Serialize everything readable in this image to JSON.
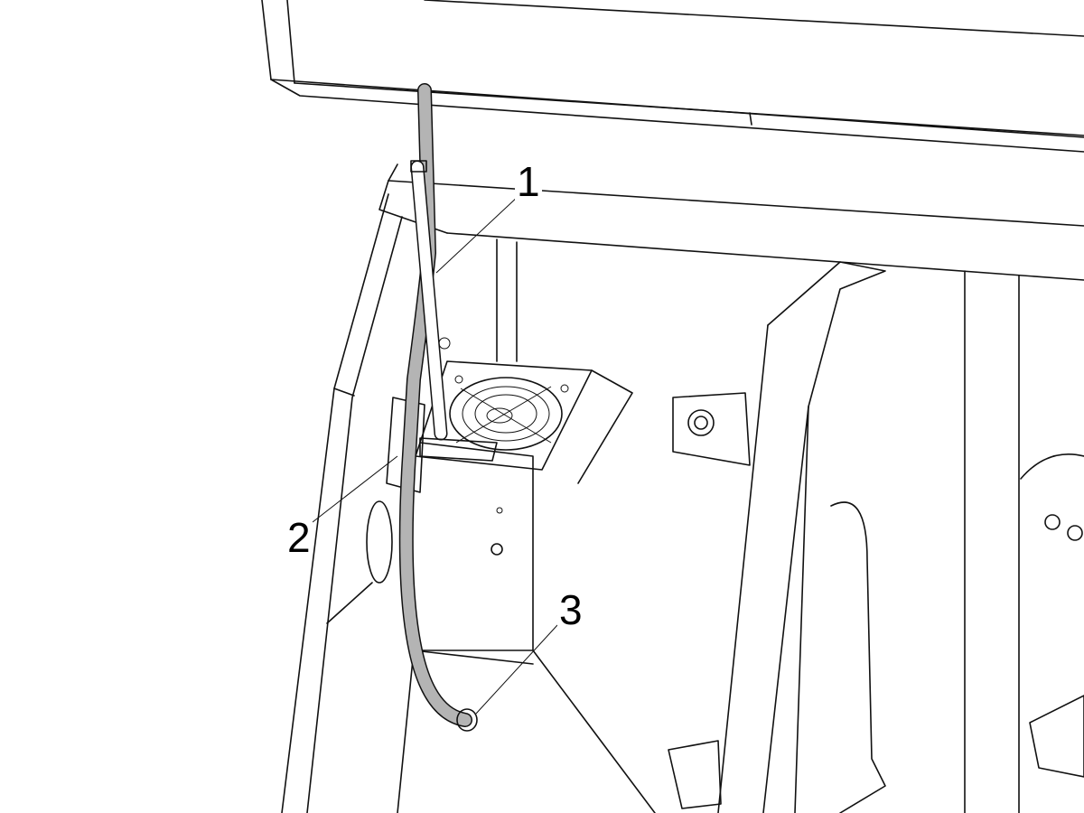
{
  "diagram": {
    "callouts": [
      {
        "label": "1",
        "target": "hose-upper-section"
      },
      {
        "label": "2",
        "target": "hose-clip"
      },
      {
        "label": "3",
        "target": "hose-outlet"
      }
    ],
    "colors": {
      "line": "#111111",
      "hose": "#b4b4b4",
      "background": "#ffffff"
    }
  }
}
